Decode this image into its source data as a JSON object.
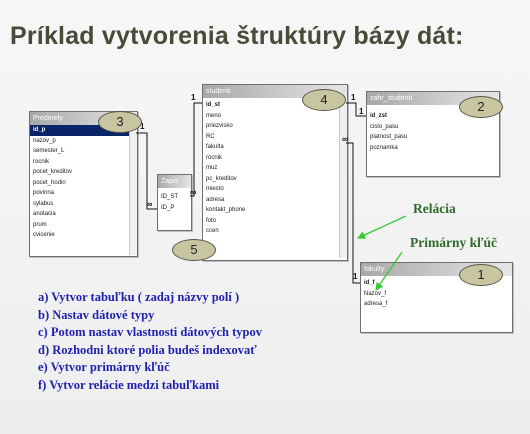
{
  "title": "Príklad vytvorenia štruktúry bázy dát:",
  "tables": {
    "predmety": {
      "header": "Predmety",
      "fields": [
        "id_p",
        "nazov_p",
        "semester_L",
        "rocnik",
        "pocet_kreditov",
        "pocet_hodin",
        "povinna",
        "sylabus",
        "anotacia",
        "prum",
        "cvicenie"
      ]
    },
    "zapis": {
      "header": "Zapis",
      "fields": [
        "ID_ST",
        "ID_P"
      ]
    },
    "studenti": {
      "header": "studenti",
      "fields": [
        "id_st",
        "meno",
        "priezvisko",
        "RC",
        "fakulta",
        "rocnik",
        "muz",
        "pc_kreditov",
        "miesto",
        "adresa",
        "kontakt_phone",
        "foto",
        "ccen"
      ]
    },
    "zahr_studenti": {
      "header": "zahr_studenti",
      "fields": [
        "id_zst",
        "cislo_pasu",
        "platnost_pasu",
        "poznamka"
      ]
    },
    "fakulty": {
      "header": "fakulty",
      "fields": [
        "id_f",
        "Nazov_f",
        "adresa_f"
      ]
    }
  },
  "badges": {
    "b1": "1",
    "b2": "2",
    "b3": "3",
    "b4": "4",
    "b5": "5"
  },
  "relation_marks": {
    "one": "1",
    "many": "∞"
  },
  "labels": {
    "relacia": "Relácia",
    "primarny_kluc": "Primárny kľúč"
  },
  "steps": [
    "a) Vytvor tabuľku ( zadaj názvy polí )",
    "b) Nastav dátové typy",
    "c) Potom nastav vlastnosti dátových typov",
    "d) Rozhodni ktoré polia budeš indexovať",
    "e) Vytvor primárny kľúč",
    "f) Vytvor relácie medzi tabuľkami"
  ],
  "colors": {
    "title": "#4a4a3a",
    "steps": "#1f1fb0",
    "labels": "#2f6b2a",
    "arrow": "#33cc33",
    "badge": "#c7c6a0"
  }
}
